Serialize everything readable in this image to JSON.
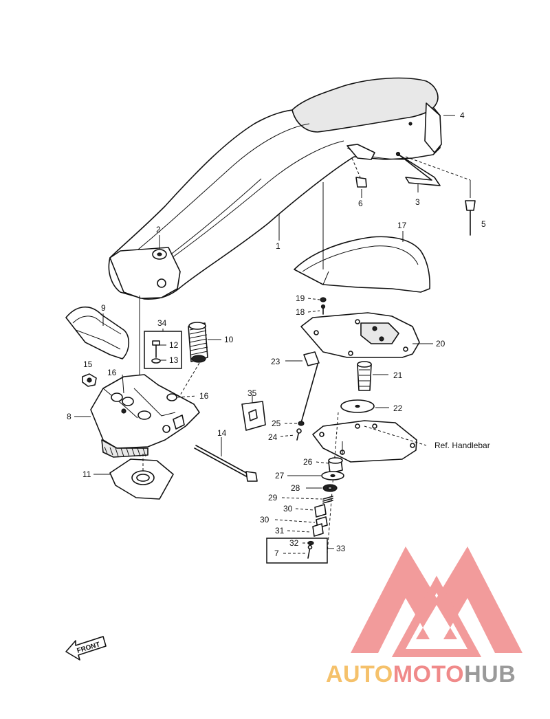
{
  "labels": {
    "l1": "1",
    "l2": "2",
    "l3": "3",
    "l4": "4",
    "l5": "5",
    "l6": "6",
    "l7": "7",
    "l8": "8",
    "l9": "9",
    "l10": "10",
    "l11": "11",
    "l12": "12",
    "l13": "13",
    "l14": "14",
    "l15": "15",
    "l16a": "16",
    "l16b": "16",
    "l17": "17",
    "l18": "18",
    "l19": "19",
    "l20": "20",
    "l21": "21",
    "l22": "22",
    "l23": "23",
    "l24": "24",
    "l25": "25",
    "l26": "26",
    "l27": "27",
    "l28": "28",
    "l29": "29",
    "l30a": "30",
    "l30b": "30",
    "l31": "31",
    "l32": "32",
    "l33": "33",
    "l34": "34",
    "l35": "35"
  },
  "ref_handlebar": "Ref. Handlebar",
  "front_arrow": "FRONT",
  "watermark": {
    "part1": "AUTO",
    "part2": "MOTO",
    "part3": "HUB",
    "colors": {
      "part1": "#f5c16b",
      "part2": "#f08a8a",
      "part3": "#9a9a9a",
      "logo": "#f08a8a"
    }
  }
}
